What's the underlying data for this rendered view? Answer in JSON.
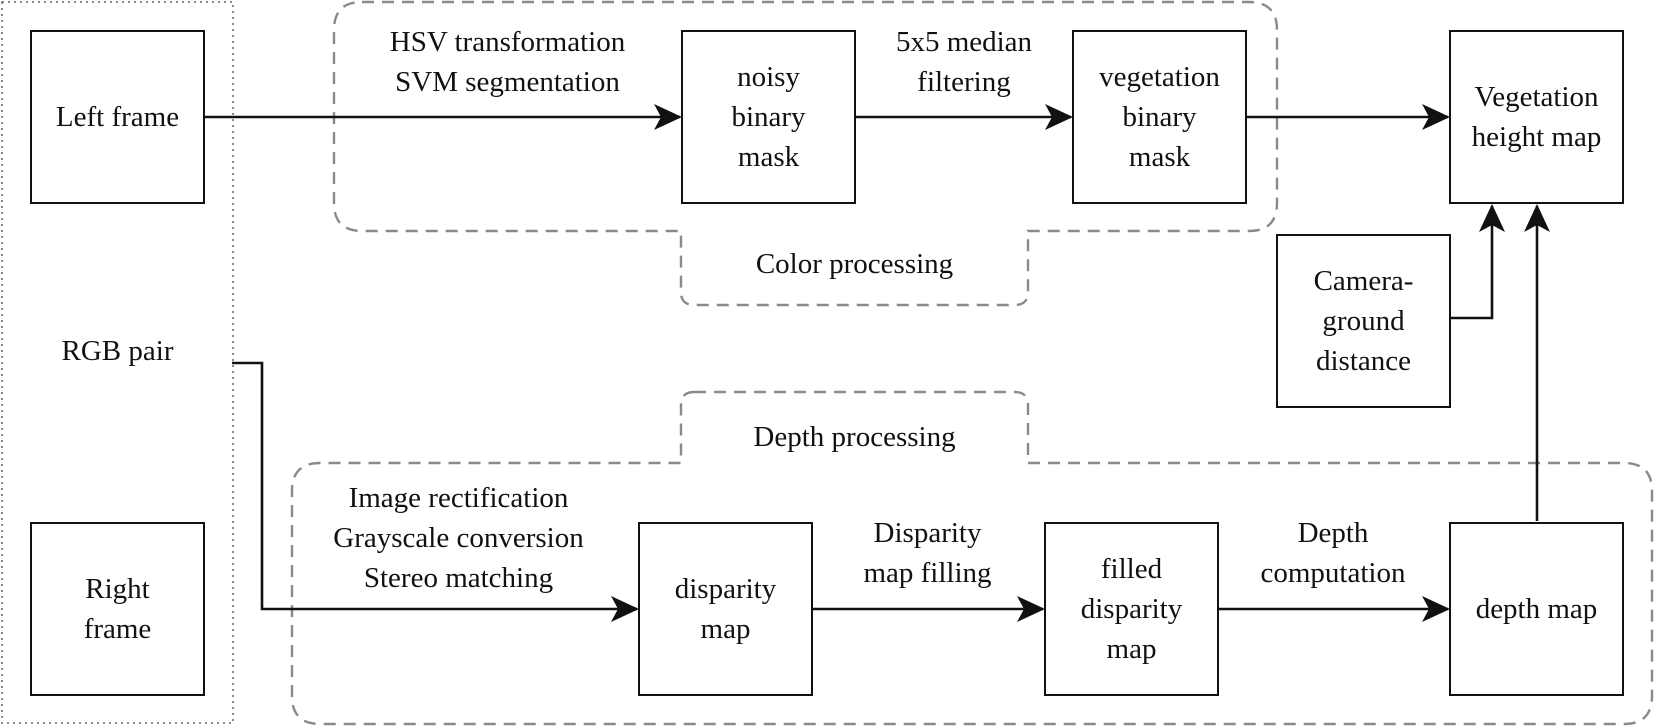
{
  "diagram": {
    "groups": {
      "color_processing": "Color processing",
      "depth_processing": "Depth processing",
      "rgb_pair": "RGB pair"
    },
    "nodes": {
      "left_frame": "Left frame",
      "right_frame": [
        "Right",
        "frame"
      ],
      "noisy_binary_mask": [
        "noisy",
        "binary",
        "mask"
      ],
      "vegetation_binary_mask": [
        "vegetation",
        "binary",
        "mask"
      ],
      "vegetation_height_map": [
        "Vegetation",
        "height map"
      ],
      "camera_ground_distance": [
        "Camera-",
        "ground",
        "distance"
      ],
      "disparity_map": [
        "disparity",
        "map"
      ],
      "filled_disparity_map": [
        "filled",
        "disparity",
        "map"
      ],
      "depth_map": "depth map"
    },
    "edge_labels": {
      "color_steps": [
        "HSV transformation",
        "SVM segmentation"
      ],
      "median_filtering": [
        "5x5 median",
        "filtering"
      ],
      "depth_steps": [
        "Image rectification",
        "Grayscale conversion",
        "Stereo matching"
      ],
      "disparity_filling": [
        "Disparity",
        "map filling"
      ],
      "depth_computation": [
        "Depth",
        "computation"
      ]
    }
  }
}
